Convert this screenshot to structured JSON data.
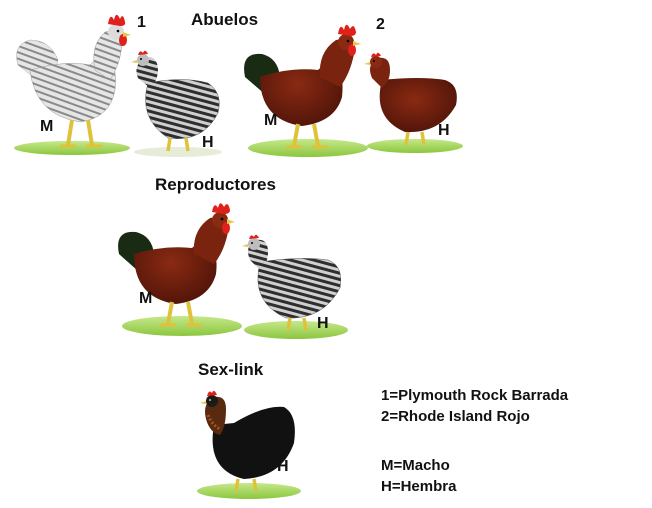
{
  "sections": {
    "grandparents": "Abuelos",
    "breeders": "Reproductores",
    "offspring": "Sex-link"
  },
  "groups": {
    "group1_number": "1",
    "group2_number": "2"
  },
  "sex_labels": {
    "g1_male": "M",
    "g1_female": "H",
    "g2_male": "M",
    "g2_female": "H",
    "breeder_male": "M",
    "breeder_female": "H",
    "sexlink_female": "H"
  },
  "legend": {
    "line1": "1=Plymouth Rock Barrada",
    "line2": "2=Rhode Island Rojo",
    "line3": "M=Macho",
    "line4": "H=Hembra"
  },
  "colors": {
    "barred_light": "#d8d8d8",
    "barred_dark": "#3a3a3a",
    "red_body": "#6e1f0f",
    "comb": "#e0201a",
    "grass": "#9bd14a",
    "black_body": "#111111"
  }
}
